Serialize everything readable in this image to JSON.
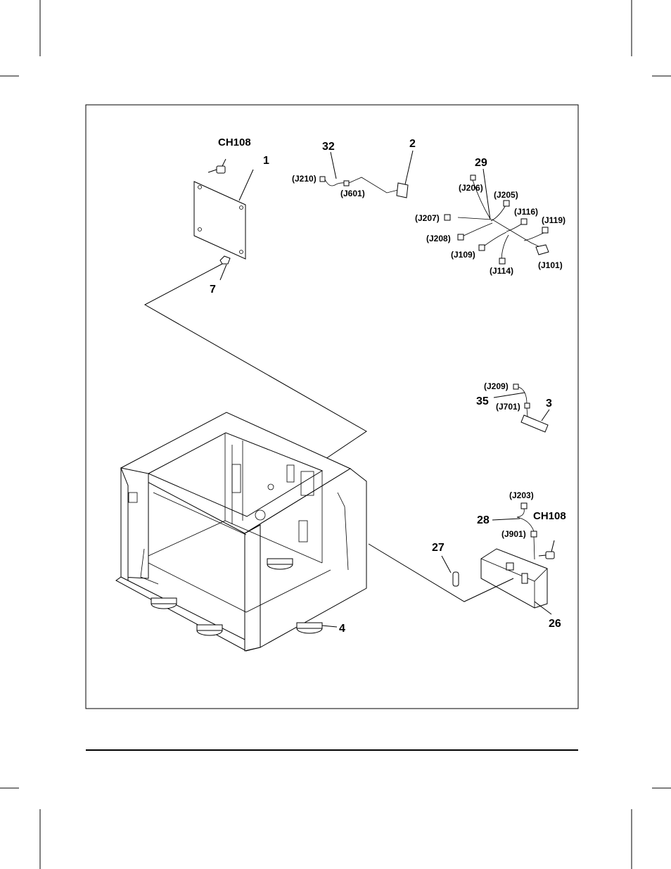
{
  "labels": {
    "ch108_top": "CH108",
    "ch108_right": "CH108",
    "n1": "1",
    "n2": "2",
    "n3": "3",
    "n4": "4",
    "n7": "7",
    "n26": "26",
    "n27": "27",
    "n28": "28",
    "n29": "29",
    "n32": "32",
    "n35": "35"
  },
  "connectors": {
    "j210": "(J210)",
    "j601": "(J601)",
    "j206": "(J206)",
    "j205": "(J205)",
    "j207": "(J207)",
    "j116": "(J116)",
    "j119": "(J119)",
    "j208": "(J208)",
    "j109": "(J109)",
    "j114": "(J114)",
    "j101": "(J101)",
    "j209": "(J209)",
    "j701": "(J701)",
    "j203": "(J203)",
    "j901": "(J901)"
  }
}
